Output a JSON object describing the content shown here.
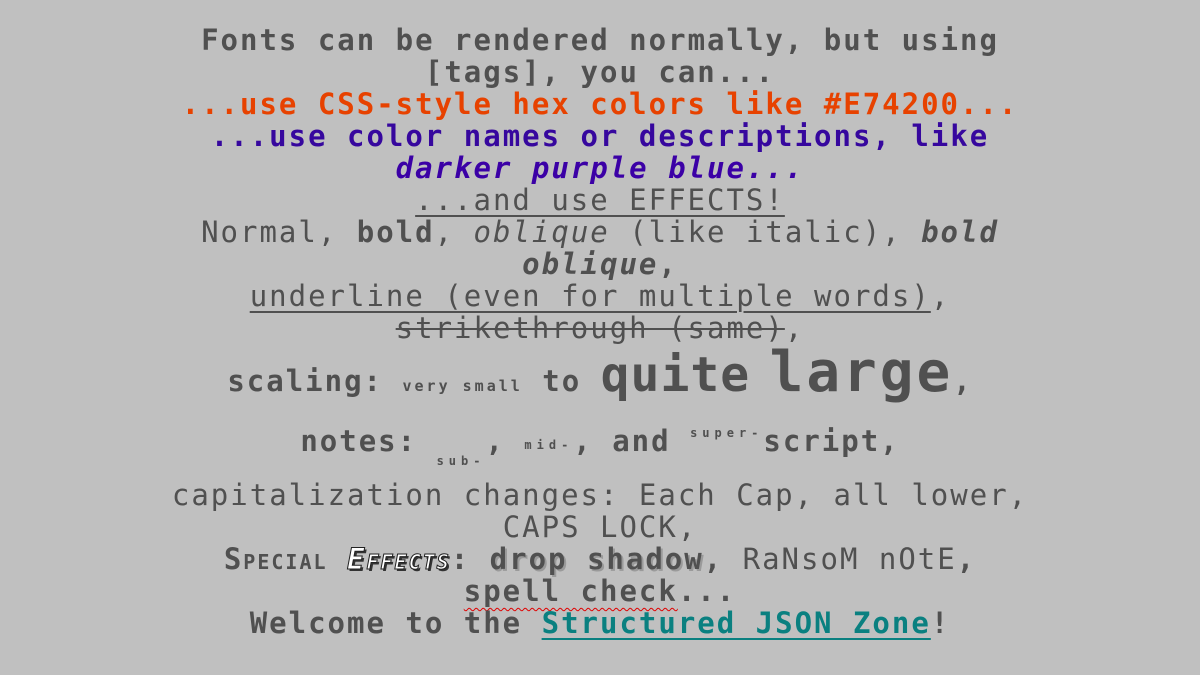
{
  "lines": {
    "l1": "Fonts can be rendered normally, but using",
    "l2": "[tags], you can...",
    "l3": "...use CSS-style hex colors like #E74200...",
    "l4": "...use color names or descriptions, like",
    "l5": "darker purple blue...",
    "l6": "...and use EFFECTS!"
  },
  "styles": {
    "normal": "Normal",
    "sep1": ", ",
    "bold": "bold",
    "sep2": ", ",
    "oblique": "oblique",
    "like_italic": " (like italic), ",
    "bold_oblique_1": "bold",
    "bold_oblique_2": "oblique",
    "comma": ","
  },
  "underline_text": "underline (even for multiple words)",
  "underline_comma": ",",
  "strike_text": "strikethrough (same)",
  "strike_comma": ",",
  "scaling": {
    "label": "scaling: ",
    "very_small": "very small",
    "to": " to ",
    "quite": "quite",
    "large": "large",
    "comma": ","
  },
  "notes": {
    "label": "notes: ",
    "sub": "sub-",
    "c1": ", ",
    "mid": "mid-",
    "c2": ", and ",
    "super": "super-",
    "script": "script,"
  },
  "caps": {
    "line1": "capitalization changes: Each Cap, all lower,",
    "line2": "CAPS LOCK,"
  },
  "special": {
    "special": "Special",
    "effects": "Effects",
    "colon": ": ",
    "drop_shadow": "drop shadow",
    "comma1": ", ",
    "ransom": "RaNsoM nOtE",
    "comma2": ","
  },
  "spell": {
    "word": "spell check",
    "dots": "..."
  },
  "welcome": {
    "prefix": "Welcome to the ",
    "link": "Structured JSON Zone",
    "suffix": "!"
  },
  "colors": {
    "background": "#c0c0c0",
    "text": "#505050",
    "orange": "#e74200",
    "purple": "#36079e",
    "teal": "#0a8080"
  }
}
